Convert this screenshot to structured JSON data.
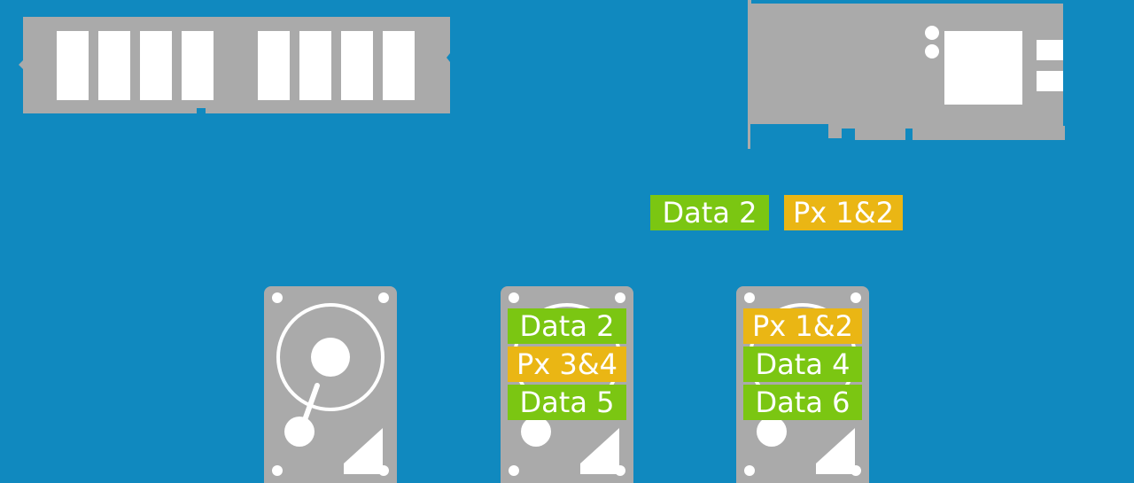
{
  "colors": {
    "background": "#1089bf",
    "hardware_gray": "#aaaaaa",
    "white": "#ffffff",
    "data_block": "#7bc612",
    "parity_block": "#eab614"
  },
  "icons": {
    "memory": "ram-module-icon",
    "controller": "raid-controller-card-icon",
    "drive": "hard-drive-icon"
  },
  "bus": {
    "blocks": [
      {
        "label": "Data 2",
        "kind": "data"
      },
      {
        "label": "Px 1&2",
        "kind": "parity"
      }
    ]
  },
  "drives": [
    {
      "blocks": []
    },
    {
      "blocks": [
        {
          "label": "Data 2",
          "kind": "data"
        },
        {
          "label": "Px 3&4",
          "kind": "parity"
        },
        {
          "label": "Data 5",
          "kind": "data"
        }
      ]
    },
    {
      "blocks": [
        {
          "label": "Px 1&2",
          "kind": "parity"
        },
        {
          "label": "Data 4",
          "kind": "data"
        },
        {
          "label": "Data 6",
          "kind": "data"
        }
      ]
    }
  ]
}
